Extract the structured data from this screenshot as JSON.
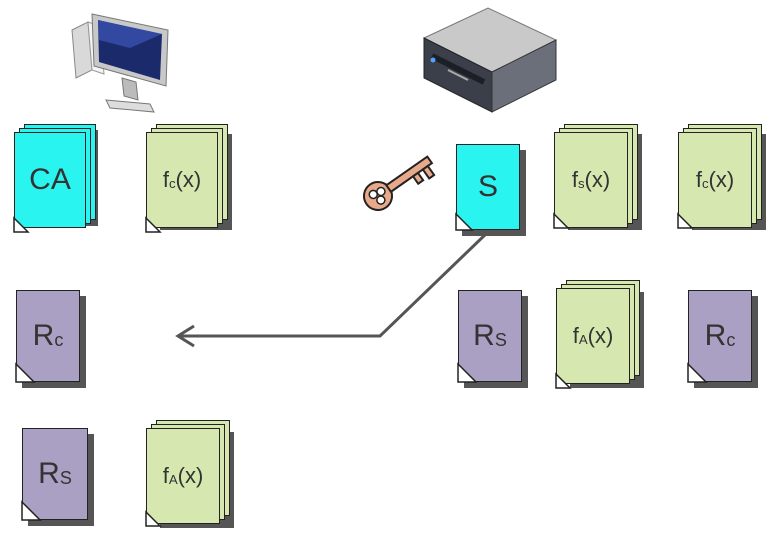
{
  "client": {
    "icon": "computer-icon",
    "docs": [
      {
        "id": "ca",
        "label": "CA",
        "sub": "",
        "color": "#29f4f0",
        "stack": true
      },
      {
        "id": "fcx",
        "label": "f",
        "sub": "c",
        "tail": "(x)",
        "color": "#d6e8b0",
        "stack": true
      },
      {
        "id": "rc",
        "label": "R",
        "sub": "c",
        "color": "#a9a0c4",
        "stack": false
      },
      {
        "id": "rs",
        "label": "R",
        "sub": "S",
        "color": "#a9a0c4",
        "stack": false
      },
      {
        "id": "fax",
        "label": "f",
        "sub": "A",
        "tail": "(x)",
        "color": "#d6e8b0",
        "stack": true
      }
    ]
  },
  "server": {
    "icon": "server-icon",
    "key_icon": "key-icon",
    "docs": [
      {
        "id": "s",
        "label": "S",
        "sub": "",
        "color": "#29f4f0",
        "stack": false
      },
      {
        "id": "fsx",
        "label": "f",
        "sub": "s",
        "tail": "(x)",
        "color": "#d6e8b0",
        "stack": true
      },
      {
        "id": "fcx",
        "label": "f",
        "sub": "c",
        "tail": "(x)",
        "color": "#d6e8b0",
        "stack": true
      },
      {
        "id": "rs",
        "label": "R",
        "sub": "S",
        "color": "#a9a0c4",
        "stack": false
      },
      {
        "id": "fax",
        "label": "f",
        "sub": "A",
        "tail": "(x)",
        "color": "#d6e8b0",
        "stack": true
      },
      {
        "id": "rc",
        "label": "R",
        "sub": "c",
        "color": "#a9a0c4",
        "stack": false
      }
    ]
  },
  "arrow": {
    "from": "server-S",
    "to": "client",
    "icon": "arrow-left-icon"
  }
}
